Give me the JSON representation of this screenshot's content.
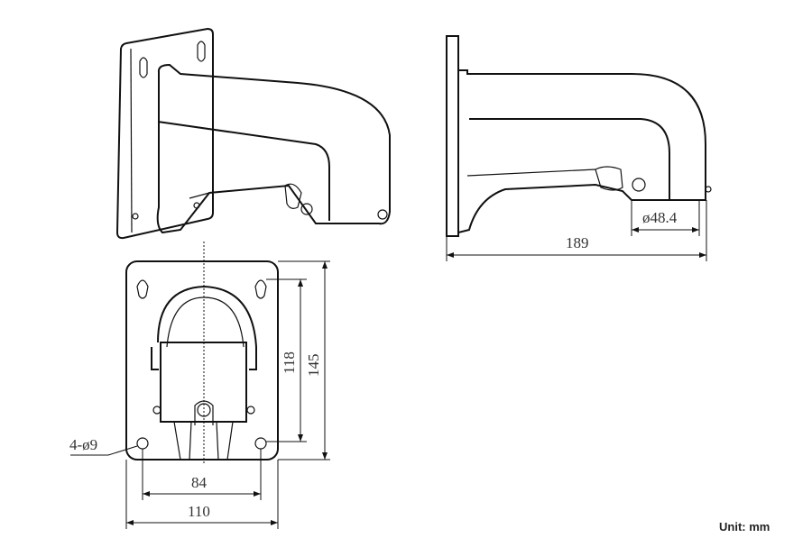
{
  "title": "Wall mount bracket dimensions",
  "dimensions": {
    "overall_length": "189",
    "mount_diameter": "ø48.4",
    "hole_spacing_vertical": "118",
    "plate_height": "145",
    "hole_spacing_horizontal": "84",
    "plate_width": "110",
    "holes": "4-ø9"
  },
  "unit_label": "Unit: mm"
}
